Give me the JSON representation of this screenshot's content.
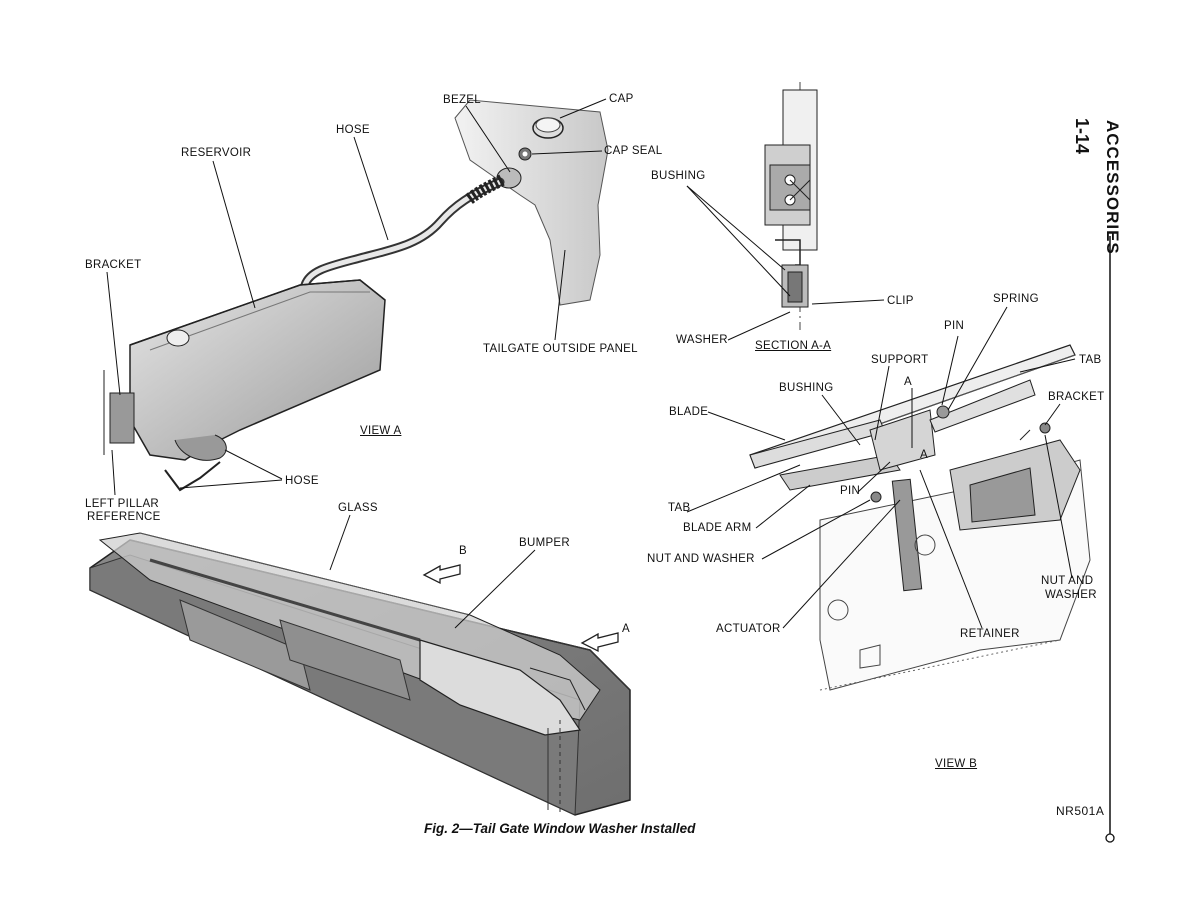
{
  "page": {
    "page_number": "1-14",
    "section_title": "ACCESSORIES",
    "figure_caption": "Fig. 2—Tail Gate Window Washer Installed",
    "figure_code": "NR501A"
  },
  "view_a": {
    "title": "VIEW A",
    "labels": {
      "bezel": "BEZEL",
      "cap": "CAP",
      "hose_top": "HOSE",
      "cap_seal": "CAP  SEAL",
      "reservoir": "RESERVOIR",
      "bracket": "BRACKET",
      "tailgate_outside_panel": "TAILGATE OUTSIDE PANEL",
      "hose_bottom": "HOSE",
      "left_pillar_reference_1": "LEFT PILLAR",
      "left_pillar_reference_2": "REFERENCE"
    }
  },
  "main_view": {
    "labels": {
      "glass": "GLASS",
      "bumper": "BUMPER",
      "arrow_b": "B",
      "arrow_a": "A"
    }
  },
  "section_aa": {
    "title": "SECTION  A-A",
    "labels": {
      "bushing": "BUSHING",
      "clip": "CLIP",
      "washer": "WASHER"
    }
  },
  "view_b": {
    "title": "VIEW  B",
    "labels": {
      "spring": "SPRING",
      "pin_top": "PIN",
      "support": "SUPPORT",
      "tab_right": "TAB",
      "a_upper": "A",
      "bushing": "BUSHING",
      "bracket": "BRACKET",
      "blade": "BLADE",
      "a_lower": "A",
      "pin_lower": "PIN",
      "tab_left": "TAB",
      "blade_arm": "BLADE  ARM",
      "nut_and_washer_left": "NUT  AND  WASHER",
      "actuator": "ACTUATOR",
      "nut_and_washer_right_1": "NUT  AND",
      "nut_and_washer_right_2": "WASHER",
      "retainer": "RETAINER"
    }
  }
}
